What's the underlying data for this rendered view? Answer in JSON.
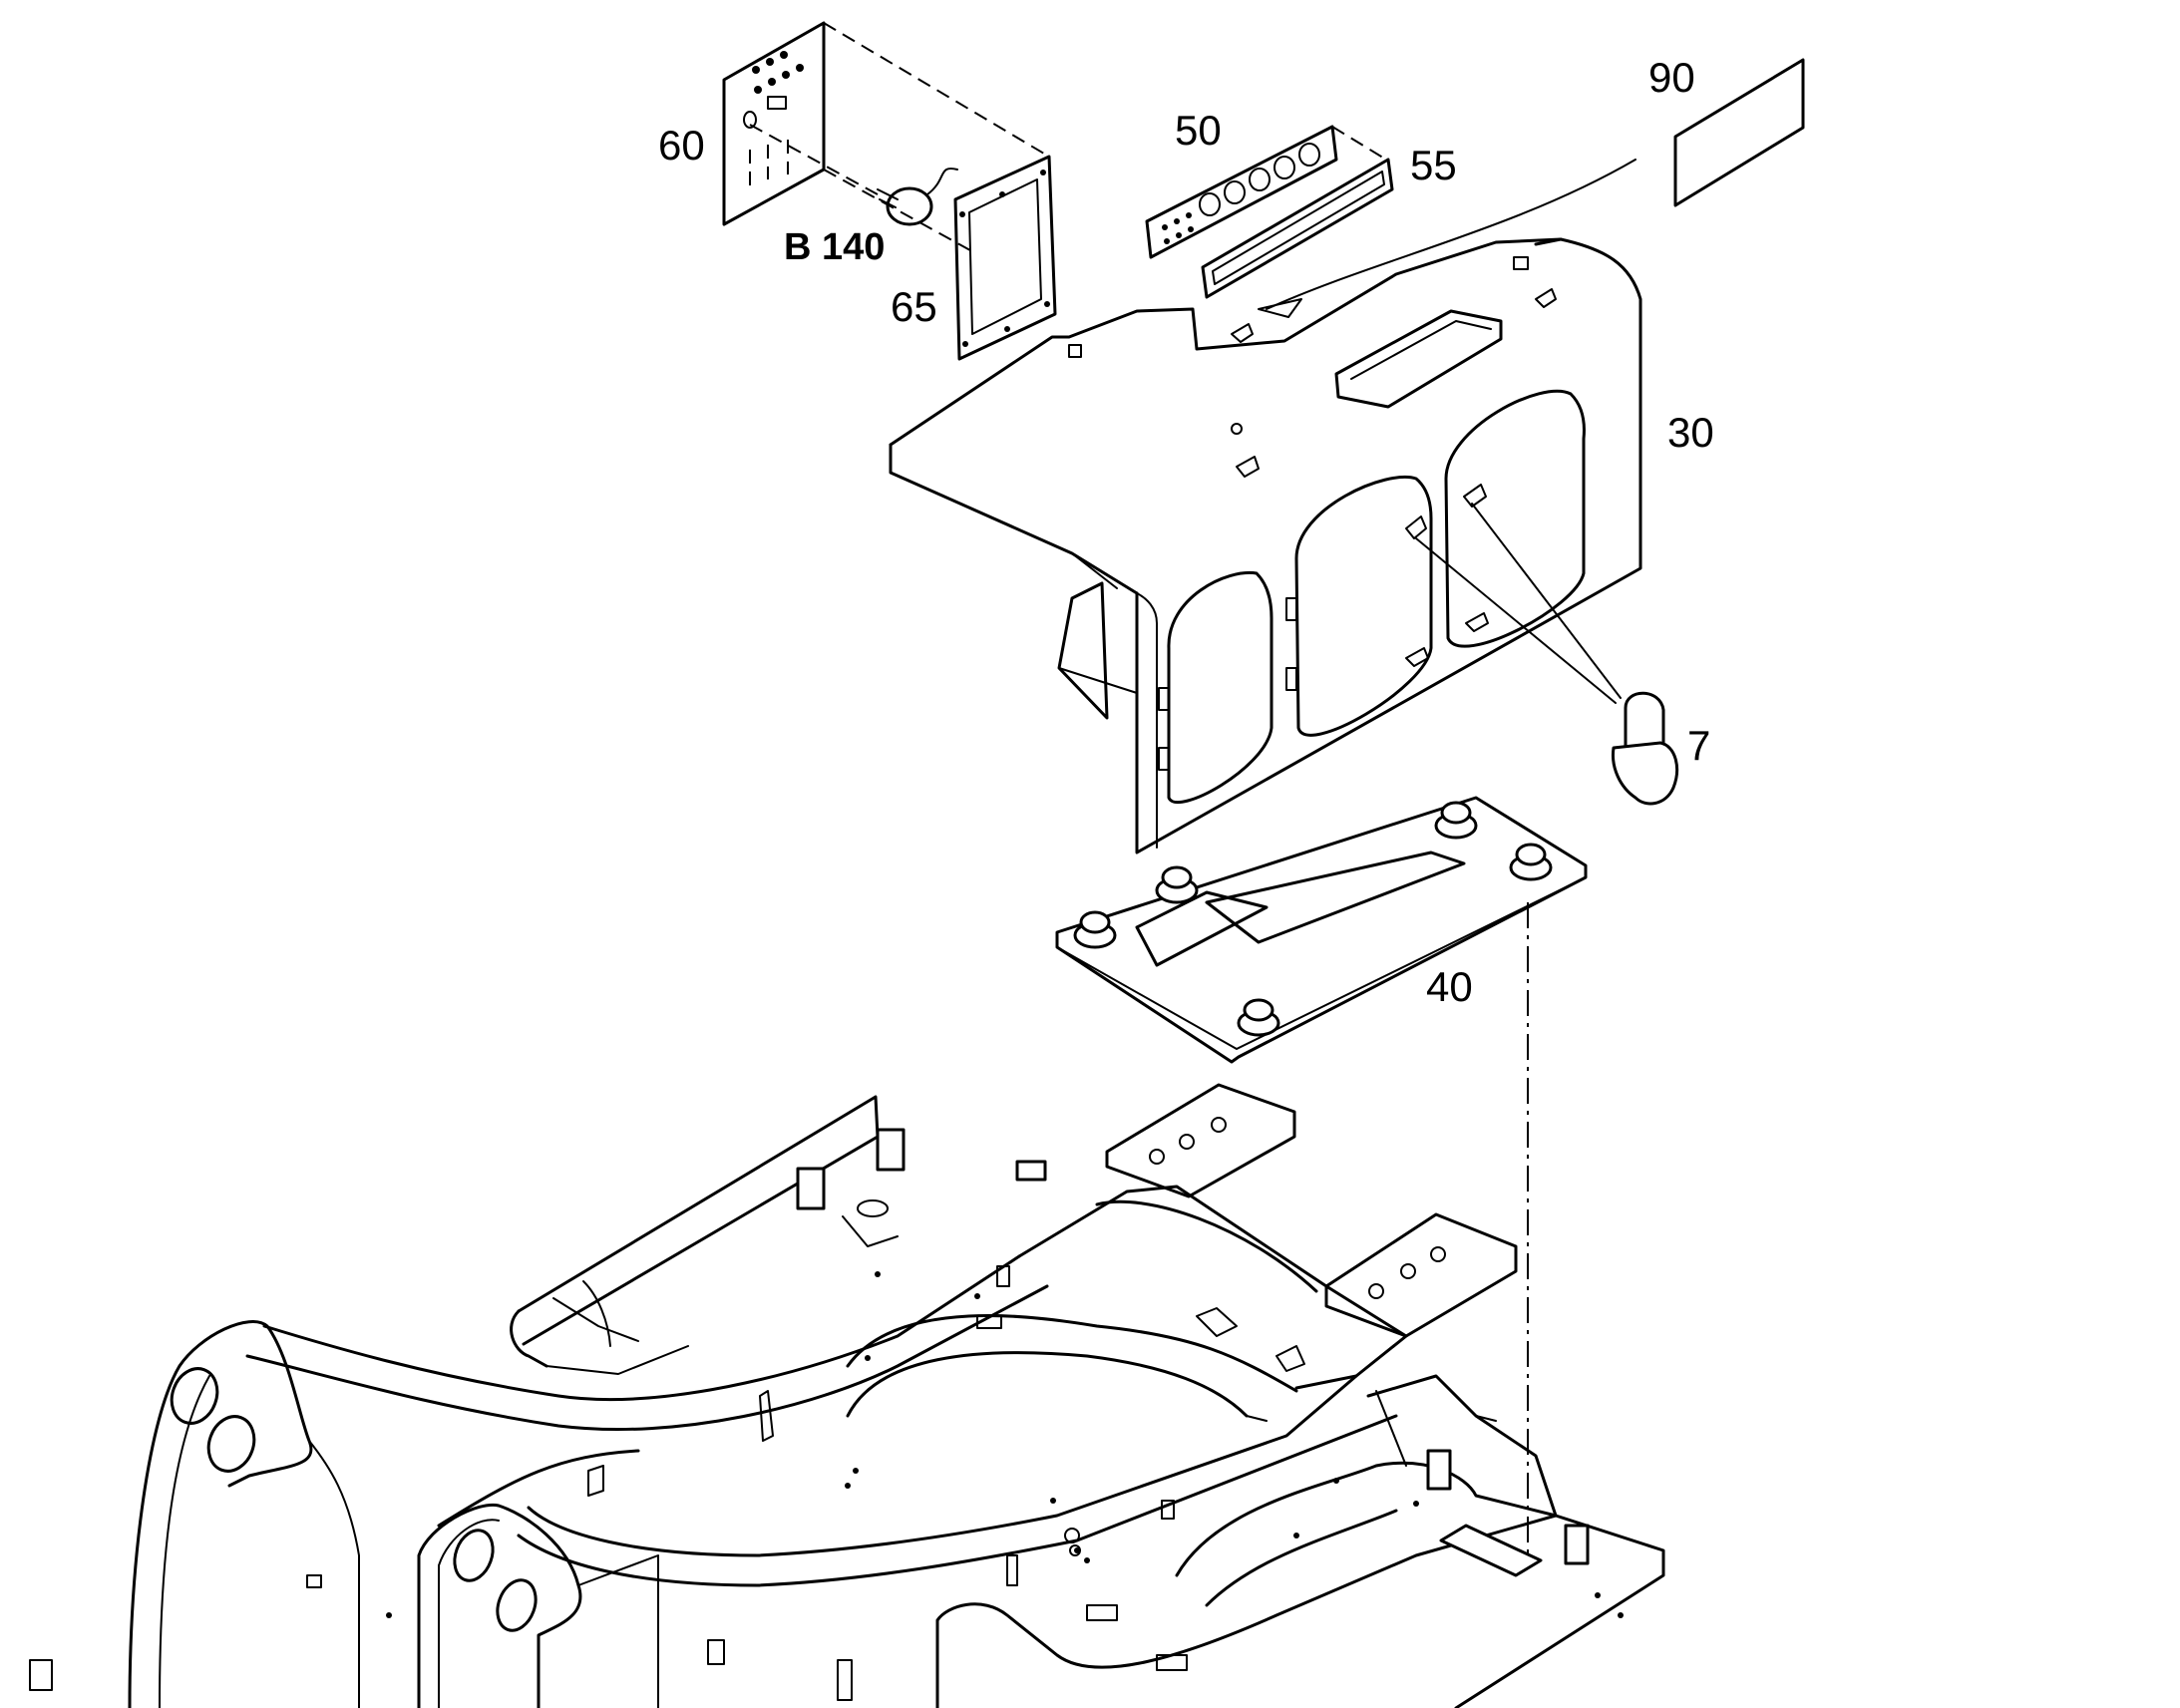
{
  "callouts": {
    "c90": "90",
    "c60": "60",
    "c50": "50",
    "c55": "55",
    "c65": "65",
    "b140": "B 140",
    "c30": "30",
    "c7": "7",
    "c40": "40"
  }
}
